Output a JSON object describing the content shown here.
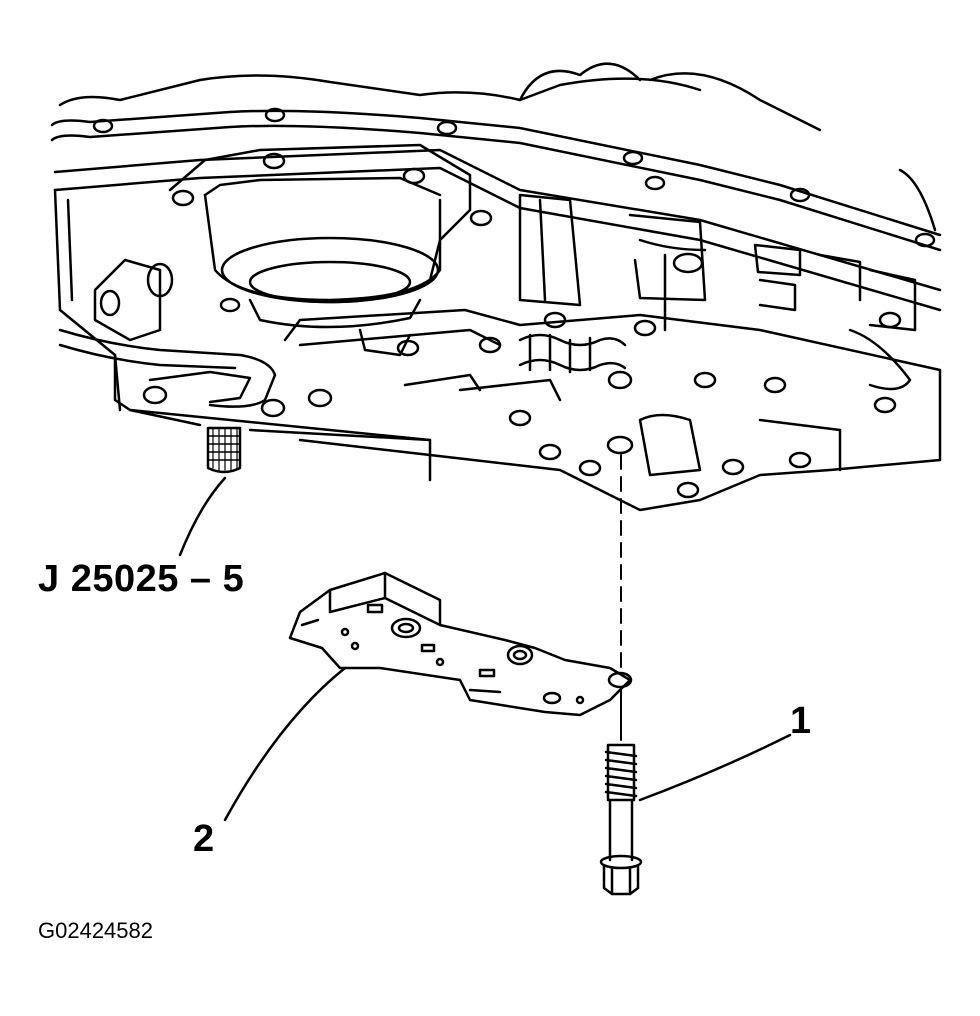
{
  "labels": {
    "tool": "J 25025 – 5",
    "callout_1": "1",
    "callout_2": "2",
    "figure_id": "G02424582"
  },
  "colors": {
    "ink": "#000000",
    "paper": "#ffffff"
  },
  "parts": [
    {
      "callout": "1",
      "icon": "bolt-icon"
    },
    {
      "callout": "2",
      "icon": "plate-icon"
    },
    {
      "callout": "J 25025 – 5",
      "icon": "guide-pin-icon"
    }
  ]
}
